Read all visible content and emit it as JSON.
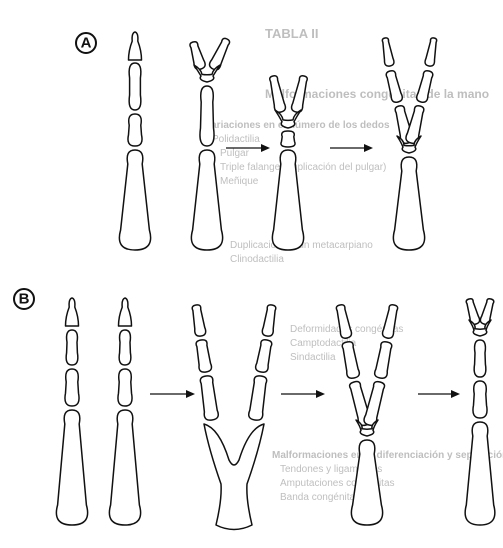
{
  "panels": [
    {
      "label": "A"
    },
    {
      "label": "B"
    }
  ],
  "background_text": [
    "TABLA II",
    "Malformaciones congénitas de la mano",
    "Variaciones en el número de los dedos",
    "Polidactilia",
    "Pulgar",
    "Triple falange (duplicación del pulgar)",
    "Meñique",
    "Duplicación de un metacarpiano",
    "Clinodactilia",
    "Deformidades congénitas",
    "Camptodactilia",
    "Sindactilia",
    "Malformaciones en la diferenciación y separación de los dedos",
    "Tendones y ligamentos",
    "Amputaciones congénitas",
    "Banda congénita"
  ]
}
